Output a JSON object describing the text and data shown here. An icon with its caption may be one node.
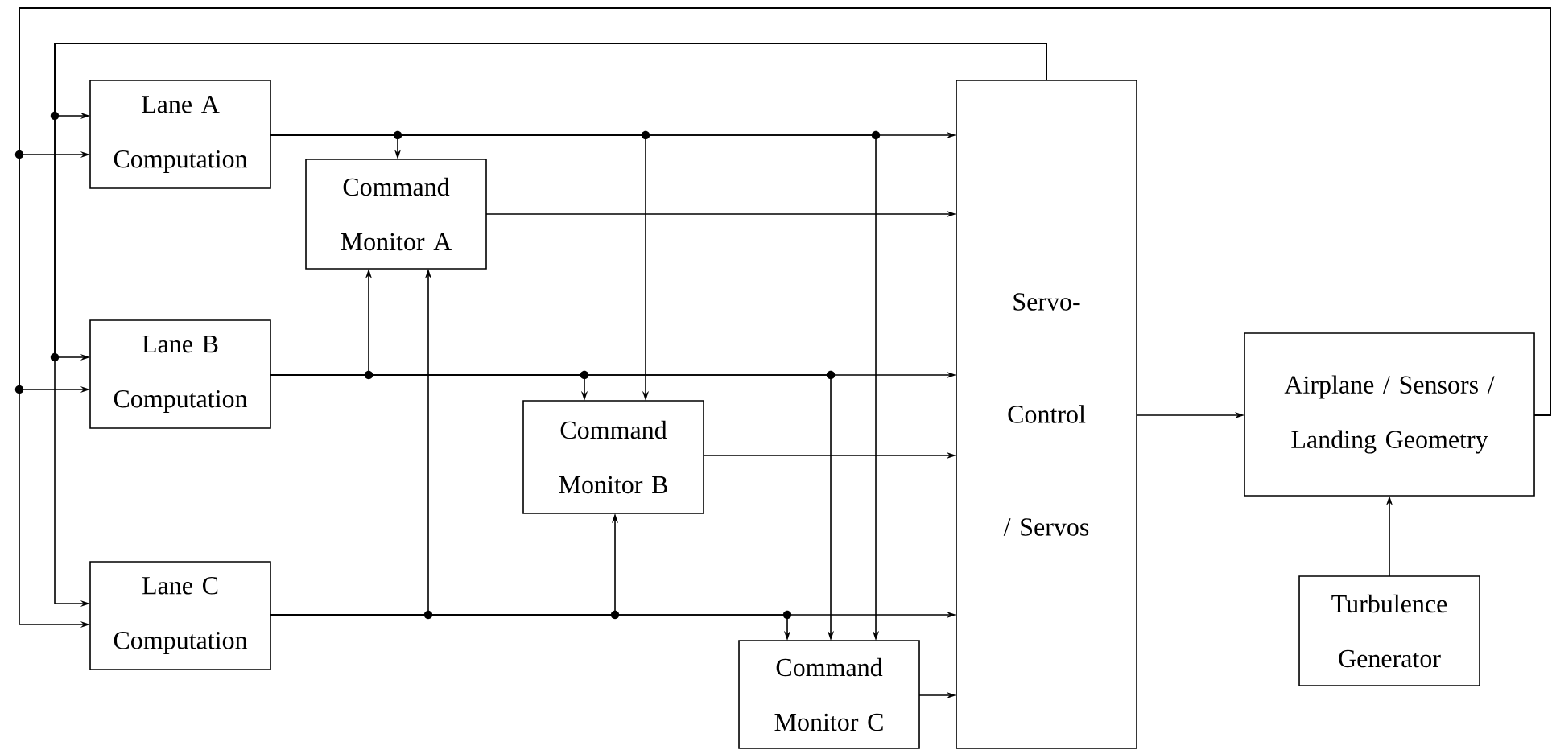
{
  "diagram": {
    "nodes": [
      {
        "text": [
          "Lane A Computation"
        ]
      },
      {
        "text": [
          "Command Monitor A"
        ]
      },
      {
        "text": [
          "Lane B Computation"
        ]
      },
      {
        "text": [
          "Command Monitor B"
        ]
      },
      {
        "text": [
          "Lane C Computation"
        ]
      },
      {
        "text": [
          "Command Monitor C"
        ]
      },
      {
        "text": [
          "Servo- Control / Servos"
        ]
      },
      {
        "text": [
          "Airplane / Sensors / Landing Geometry"
        ]
      },
      {
        "text": [
          "Turbulence Generator"
        ]
      }
    ],
    "edges": [
      {
        "from": 0,
        "to": 6,
        "arrow": "to"
      },
      {
        "from": 0,
        "to": 1,
        "arrow": "to"
      },
      {
        "from": 0,
        "to": 3,
        "arrow": "to"
      },
      {
        "from": 0,
        "to": 5,
        "arrow": "to"
      },
      {
        "from": 2,
        "to": 6,
        "arrow": "to"
      },
      {
        "from": 2,
        "to": 1,
        "arrow": "to"
      },
      {
        "from": 2,
        "to": 3,
        "arrow": "to"
      },
      {
        "from": 2,
        "to": 5,
        "arrow": "to"
      },
      {
        "from": 4,
        "to": 6,
        "arrow": "to"
      },
      {
        "from": 4,
        "to": 1,
        "arrow": "to"
      },
      {
        "from": 4,
        "to": 3,
        "arrow": "to"
      },
      {
        "from": 4,
        "to": 5,
        "arrow": "to"
      },
      {
        "from": 1,
        "to": 6,
        "arrow": "to"
      },
      {
        "from": 3,
        "to": 6,
        "arrow": "to"
      },
      {
        "from": 5,
        "to": 6,
        "arrow": "to"
      },
      {
        "from": 6,
        "to": 7,
        "arrow": "to"
      },
      {
        "from": 8,
        "to": 7,
        "arrow": "to"
      },
      {
        "from": 7,
        "to": 0,
        "arrow": "to"
      },
      {
        "from": 7,
        "to": 2,
        "arrow": "to"
      },
      {
        "from": 7,
        "to": 4,
        "arrow": "to"
      },
      {
        "from": 6,
        "to": 0,
        "arrow": "to"
      },
      {
        "from": 6,
        "to": 2,
        "arrow": "to"
      },
      {
        "from": 6,
        "to": 4,
        "arrow": "to"
      }
    ]
  }
}
